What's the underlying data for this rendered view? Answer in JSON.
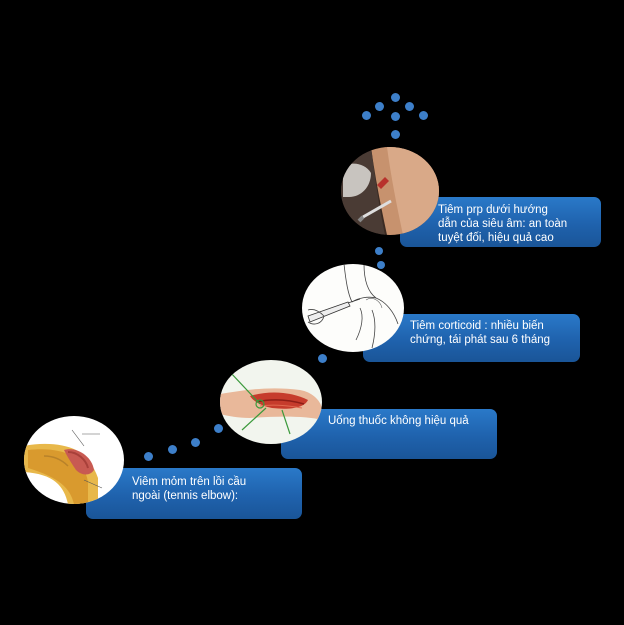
{
  "steps": [
    {
      "text": "Viêm mỏm trên lồi cầu\nngoài (tennis elbow):",
      "image": "elbow-anatomy-illustration"
    },
    {
      "text": "Uống thuốc không hiệu quả",
      "image": "forearm-muscle-illustration"
    },
    {
      "text": "Tiêm corticoid : nhiều biến\nchứng, tái phát sau 6 tháng",
      "image": "injection-sketch"
    },
    {
      "text": "Tiêm prp dưới hướng\ndẫn của siêu âm: an toàn\ntuyệt đối, hiệu quả cao",
      "image": "ultrasound-guided-injection-photo"
    }
  ],
  "colors": {
    "box": "#1f62ad",
    "dot": "#3d7fc9",
    "background": "#000000"
  }
}
